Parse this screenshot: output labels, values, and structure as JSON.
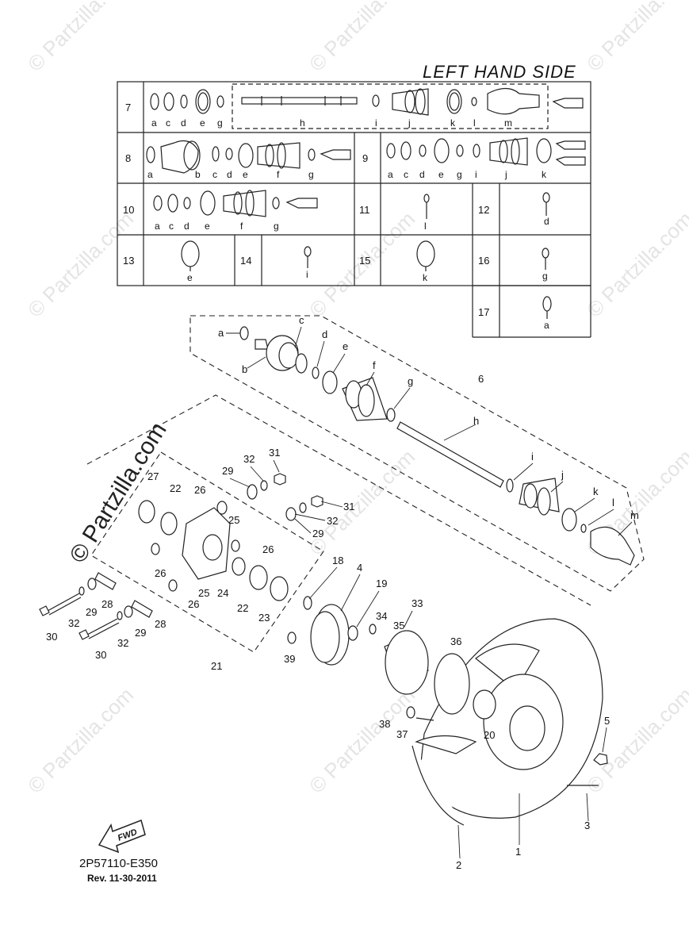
{
  "watermark": "© Partzilla.com",
  "watermark_main": "© Partzilla.com",
  "header": {
    "title": "LEFT HAND SIDE"
  },
  "ref": {
    "code": "2P57110-E350",
    "rev": "Rev. 11-30-2011"
  },
  "fwd_label": "FWD",
  "kit_table": {
    "rows": [
      {
        "kit": "7",
        "letters": [
          "a",
          "c",
          "d",
          "e",
          "g",
          "h",
          "i",
          "j",
          "k",
          "l",
          "m"
        ]
      },
      {
        "kit": "8",
        "letters": [
          "a",
          "b",
          "c",
          "d",
          "e",
          "f",
          "g"
        ]
      },
      {
        "kit": "9",
        "letters": [
          "a",
          "c",
          "d",
          "e",
          "g",
          "i",
          "j",
          "k"
        ]
      },
      {
        "kit": "10",
        "letters": [
          "a",
          "c",
          "d",
          "e",
          "f",
          "g"
        ]
      },
      {
        "kit": "11",
        "letters": [
          "l"
        ]
      },
      {
        "kit": "12",
        "letters": [
          "d"
        ]
      },
      {
        "kit": "13",
        "letters": [
          "e"
        ]
      },
      {
        "kit": "14",
        "letters": [
          "i"
        ]
      },
      {
        "kit": "15",
        "letters": [
          "k"
        ]
      },
      {
        "kit": "16",
        "letters": [
          "g"
        ]
      },
      {
        "kit": "17",
        "letters": [
          "a"
        ]
      }
    ]
  },
  "shaft_callouts": [
    "a",
    "b",
    "c",
    "d",
    "e",
    "f",
    "g",
    "6",
    "h",
    "i",
    "j",
    "k",
    "l",
    "m"
  ],
  "hub_callouts": [
    "31",
    "32",
    "29",
    "27",
    "22",
    "26",
    "25",
    "26",
    "32",
    "31",
    "29",
    "26",
    "24",
    "25",
    "26",
    "28",
    "29",
    "32",
    "30",
    "28",
    "29",
    "32",
    "30",
    "22",
    "23",
    "21"
  ],
  "wheel_callouts": [
    "18",
    "4",
    "19",
    "33",
    "34",
    "35",
    "36",
    "39",
    "38",
    "37",
    "20",
    "5",
    "3",
    "1",
    "2"
  ]
}
